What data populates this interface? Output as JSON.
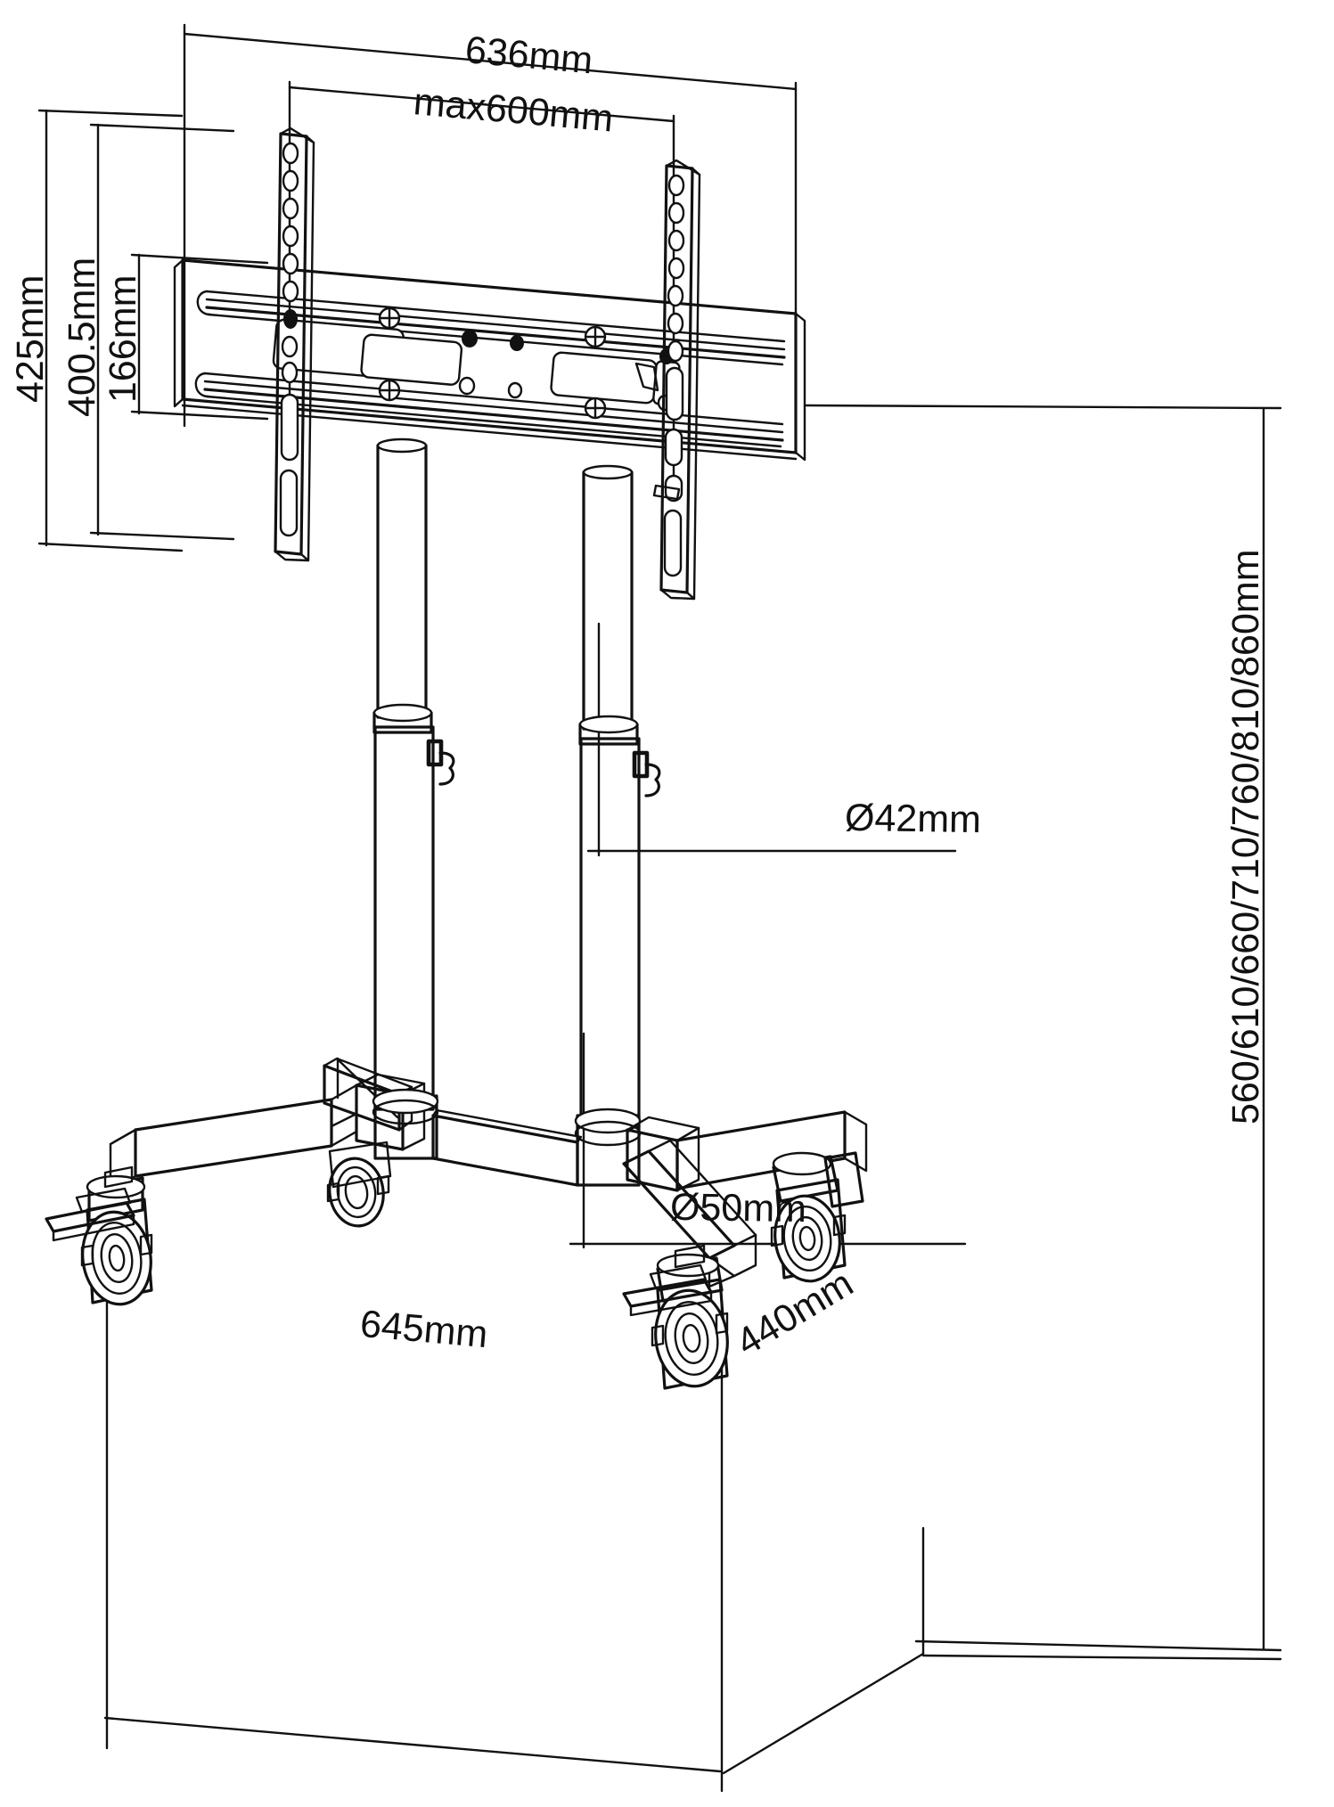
{
  "drawing": {
    "title": "Mobile TV Cart Technical Dimension Drawing",
    "units": "mm",
    "background_color": "#ffffff",
    "line_color": "#111111"
  },
  "dimensions": {
    "bracket_overall_width": "636mm",
    "vesa_max_width": "max600mm",
    "bracket_overall_height": "425mm",
    "vesa_max_height": "400.5mm",
    "rail_spacing_height": "166mm",
    "upper_tube_diameter": "Ø42mm",
    "lower_tube_diameter": "Ø50mm",
    "height_adjustment_range": "560/610/660/710/760/810/860mm",
    "base_width": "645mm",
    "base_depth": "440mm"
  },
  "labels": [
    {
      "id": "w-636",
      "text": "636mm",
      "name": "dimension-label-overall-width"
    },
    {
      "id": "w-600",
      "text": "max600mm",
      "name": "dimension-label-vesa-width"
    },
    {
      "id": "h-425",
      "text": "425mm",
      "name": "dimension-label-overall-height"
    },
    {
      "id": "h-400",
      "text": "400.5mm",
      "name": "dimension-label-vesa-height"
    },
    {
      "id": "h-166",
      "text": "166mm",
      "name": "dimension-label-rail-spacing"
    },
    {
      "id": "d-42",
      "text": "Ø42mm",
      "name": "dimension-label-upper-tube-diameter"
    },
    {
      "id": "d-50",
      "text": "Ø50mm",
      "name": "dimension-label-lower-tube-diameter"
    },
    {
      "id": "h-range",
      "text": "560/610/660/710/760/810/860mm",
      "name": "dimension-label-height-range"
    },
    {
      "id": "b-645",
      "text": "645mm",
      "name": "dimension-label-base-width"
    },
    {
      "id": "b-440",
      "text": "440mm",
      "name": "dimension-label-base-depth"
    }
  ],
  "components": {
    "mount_bracket": "TV mounting bracket plate with twin horizontal rails",
    "vertical_strips": "Two vertical VESA adapter strips with round and slotted holes",
    "upper_tube": "Upper telescoping column tube",
    "lower_tube": "Lower column tube",
    "lock_knob": "Height locking knob",
    "base_legs": "Four-leg wheeled base",
    "casters": "Four locking swivel casters"
  }
}
